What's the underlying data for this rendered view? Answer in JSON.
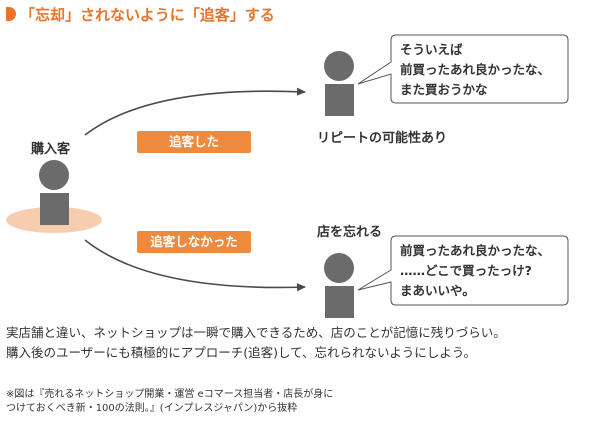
{
  "title": "「忘却」されないように「追客」する",
  "customer_label": "購入客",
  "tag_followed": "追客した",
  "tag_not_followed": "追客しなかった",
  "repeat_label": "リピートの可能性あり",
  "forget_label": "店を忘れる",
  "bubble_top": [
    "そういえば",
    "前買ったあれ良かったな、",
    "また買おうかな"
  ],
  "bubble_bottom": [
    "前買ったあれ良かったな、",
    "……どこで買ったっけ?",
    "まあいいや。"
  ],
  "body": [
    "実店舗と違い、ネットショップは一瞬で購入できるため、店のことが記憶に残りづらい。",
    "購入後のユーザーにも積極的にアプローチ(追客)して、忘れられないようにしよう。"
  ],
  "note": [
    "※図は『売れるネットショップ開業・運営 eコマース担当者・店長が身に",
    "つけておくべき新・100の法則。』(インプレスジャパン)から抜粋"
  ],
  "colors": {
    "accent": "#e8742a",
    "tag": "#ee8a3e",
    "person": "#6b6b6b",
    "arrow": "#4a4a4a",
    "ellipse": "#f6c4a2"
  }
}
